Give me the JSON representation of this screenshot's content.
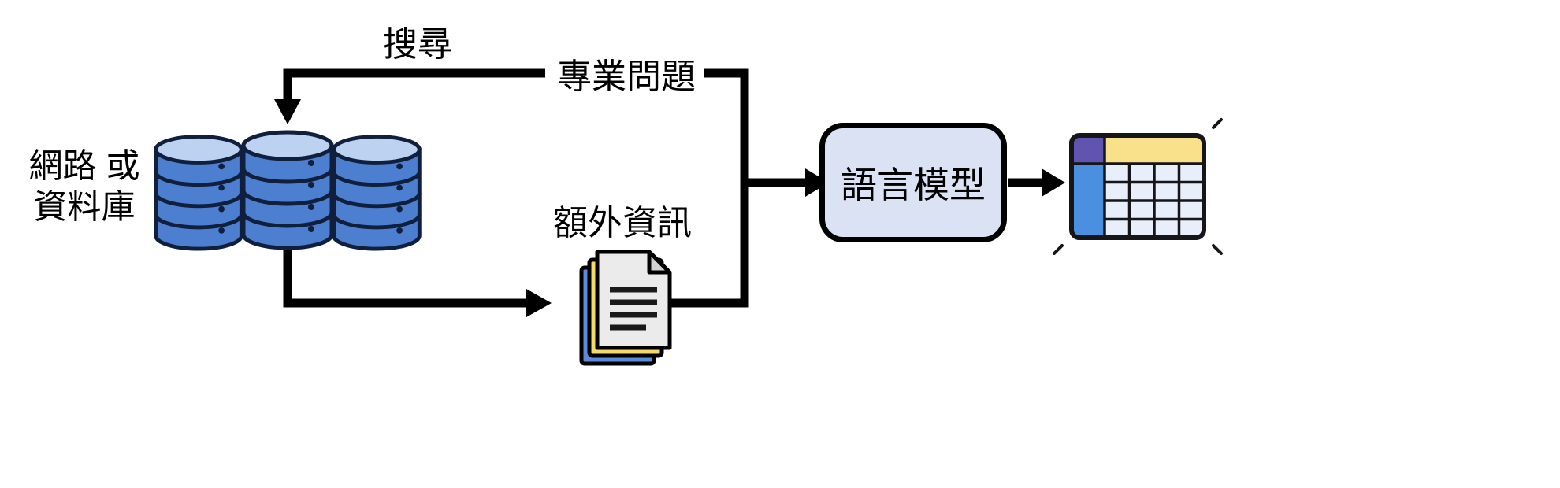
{
  "diagram": {
    "labels": {
      "search": "搜尋",
      "question": "專業問題",
      "source": {
        "line1": "網路 或",
        "line2": "資料庫"
      },
      "extra_info": "額外資訊",
      "model": "語言模型"
    },
    "icons": {
      "database": "database-cylinders-icon",
      "documents": "stacked-documents-icon",
      "table": "spreadsheet-table-icon"
    },
    "colors": {
      "line": "#000000",
      "db-body": "#4d7fd0",
      "db-top": "#bcd2f0",
      "db-outline": "#101f3c",
      "doc-front": "#ebebeb",
      "doc-fold": "#d2d2d2",
      "doc-line": "#1a1a1a",
      "doc-yellow": "#f6d96b",
      "doc-blue": "#5b8bd9",
      "box-fill": "#dbe2f3",
      "box-border": "#000000",
      "table-header": "#f9e18c",
      "table-corner": "#5f54b0",
      "table-left": "#4b8fe0",
      "table-body": "#e9effa",
      "table-grid": "#15151a"
    }
  }
}
